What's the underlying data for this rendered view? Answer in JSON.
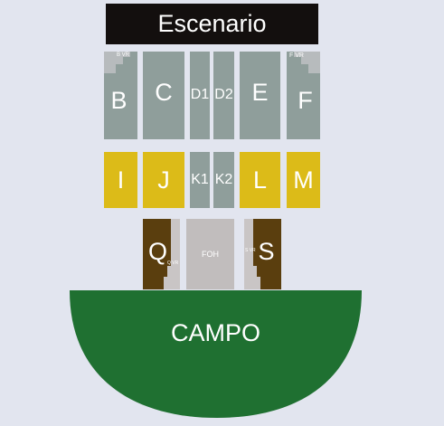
{
  "stage": {
    "label": "Escenario"
  },
  "sections": {
    "b": {
      "label": "B",
      "vr": "B VR"
    },
    "c": {
      "label": "C"
    },
    "d1": {
      "label": "D1"
    },
    "d2": {
      "label": "D2"
    },
    "e": {
      "label": "E"
    },
    "f": {
      "label": "F",
      "vr": "F VR"
    },
    "i": {
      "label": "I"
    },
    "j": {
      "label": "J"
    },
    "k1": {
      "label": "K1"
    },
    "k2": {
      "label": "K2"
    },
    "l": {
      "label": "L"
    },
    "m": {
      "label": "M"
    },
    "q": {
      "label": "Q",
      "vr": "Q VR"
    },
    "s": {
      "label": "S",
      "vr": "S VR"
    },
    "foh": {
      "label": "FOH"
    },
    "campo": {
      "label": "CAMPO"
    }
  },
  "colors": {
    "background": "#e2e5ef",
    "stage": "#130f0e",
    "platea_alta": "#8f9e9b",
    "platea_media": "#dcbb18",
    "platea_baja": "#5a3e0e",
    "foh": "#c1bdbd",
    "campo": "#1f7031"
  }
}
